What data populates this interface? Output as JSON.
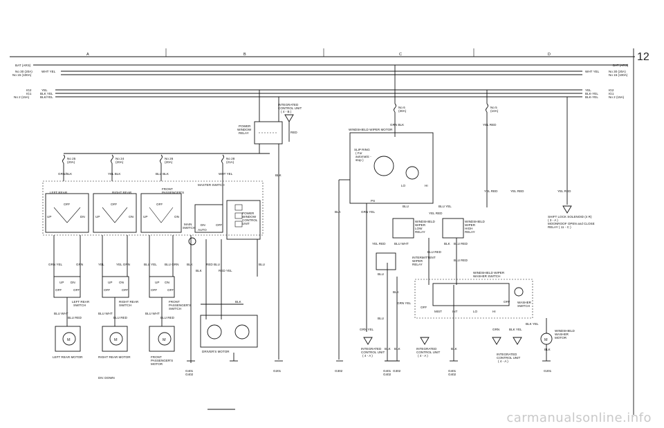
{
  "page_number": "12",
  "watermark": "carmanualsonline.info",
  "grid_letters": [
    "A",
    "B",
    "C",
    "D"
  ],
  "power_left": {
    "bat": "BAT (ARS)",
    "no30": "No 30 (20A)",
    "no15": "No 15 (100A)",
    "wht_yel": "WHT YEL",
    "ig2": "IG2",
    "ig1": "IG1",
    "no2": "No 2 (15A)",
    "yel": "YEL",
    "blk_yel": "BLK YEL",
    "blk_yel2": "BLK/YEL"
  },
  "power_right": {
    "bat": "BAT (ARS)",
    "no30": "No 30 (20A)",
    "no15": "No 15 (100A)",
    "wht_yel": "WHT YEL",
    "ig2": "IG2",
    "ig1": "IG1",
    "no2": "No 2 (15A)",
    "yel": "YEL",
    "blk_yel": "BLK-YEL",
    "blk_yel2": "BLK-YEL"
  },
  "integrated_top": {
    "l1": "INTEGRATED",
    "l2": "CONTROL UNIT",
    "l3": "( 4 - B )"
  },
  "power_window_relay": {
    "l1": "POWER",
    "l2": "WINDOW",
    "l3": "RELAY"
  },
  "red": "RED",
  "fuses": {
    "f25": {
      "name": "No 25",
      "amp": "(20A)",
      "wire": "GRN/BLK"
    },
    "f24": {
      "name": "No 24",
      "amp": "(20A)",
      "wire": "YEL BLK"
    },
    "f26": {
      "name": "No 26",
      "amp": "(20A)",
      "wire": "BLU BLK"
    },
    "f28": {
      "name": "No 28",
      "amp": "(21A)",
      "wire": "WHT YEL"
    },
    "f6": {
      "name": "No 6",
      "amp": "(30A)",
      "wire": "GRN BLK"
    },
    "f5": {
      "name": "No 5",
      "amp": "(10A)",
      "wire": "YEL RED"
    }
  },
  "master_switch": "MASTER SWITCH",
  "left_rear": "LEFT REAR",
  "right_rear": "RIGHT REAR",
  "front_pass": {
    "l1": "FRONT",
    "l2": "PASSENGER'S"
  },
  "off": "OFF",
  "on": "ON",
  "up": "UP",
  "dn": "DN",
  "auto": "AUTO",
  "main_switch": {
    "l1": "MAIN",
    "l2": "SWITCH"
  },
  "pw_control": {
    "l1": "POWER",
    "l2": "WINDOW",
    "l3": "CONTROL",
    "l4": "UNIT"
  },
  "blk": "BLK",
  "lower_wires": {
    "grn_yel": "GRN YEL",
    "grn": "GRN",
    "yel": "YEL",
    "yel_grn": "YEL GRN",
    "blu_yel": "BLU YEL",
    "blu_grn": "BLU GRN",
    "red_blu": "RED BLU",
    "red_yel": "RED YEL",
    "blu": "BLU",
    "blu_wht": "BLU WHT",
    "blu_red": "BLU RED"
  },
  "sw_left": {
    "l1": "LEFT REAR",
    "l2": "SWITCH"
  },
  "sw_right": {
    "l1": "RIGHT REAR",
    "l2": "SWITCH"
  },
  "sw_front": {
    "l1": "FRONT",
    "l2": "PASSENGER'S",
    "l3": "SWITCH"
  },
  "motor_left": "LEFT REAR MOTOR",
  "motor_right": "RIGHT REAR MOTOR",
  "motor_front": {
    "l1": "FRONT",
    "l2": "PASSENGER'S",
    "l3": "MOTOR"
  },
  "motor_driver": "DRIVER'S MOTOR",
  "dn_down": "DN: DOWN",
  "grounds": {
    "g401": "G401",
    "g402": "G402",
    "g201": "G201",
    "g302": "G302",
    "g401b": "G401",
    "g402b": "G402",
    "g302b": "G302",
    "g401c": "G401",
    "g402c": "G402",
    "g201b": "G201"
  },
  "wiper_motor": "WINDSHIELD WIPER MOTOR",
  "slip_ring": {
    "l1": "SLIP RING",
    "l2": "( For",
    "l3": "automatic -",
    "l4": "stop )"
  },
  "lo": "LO",
  "hi": "HI",
  "ps": "PS",
  "wiper_wires": {
    "blu": "BLU",
    "blu_yel": "BLU YEL",
    "grn_yel": "GRN YEL",
    "yel_red": "YEL RED",
    "blu_wht": "BLU WHT",
    "blk": "BLK",
    "blu_red": "BLU RED",
    "grn": "GRN",
    "blk_yel": "BLK YEL"
  },
  "low_relay": {
    "l1": "WINDSHIELD",
    "l2": "WIPER",
    "l3": "LOW",
    "l4": "RELAY"
  },
  "high_relay": {
    "l1": "WINDSHIELD",
    "l2": "WIPER",
    "l3": "HIGH",
    "l4": "RELAY"
  },
  "int_relay": {
    "l1": "INTERMITTENT",
    "l2": "WIPER",
    "l3": "RELAY"
  },
  "wiper_switch": {
    "l1": "WINDSHIELD WIPER",
    "l2": "WASHER SWITCH"
  },
  "mist": "MIST",
  "int": "INT",
  "lo_sw": "LO",
  "hi_sw": "HI",
  "washer_switch": {
    "l1": "WASHER",
    "l2": "SWITCH"
  },
  "washer_motor": {
    "l1": "WINDSHIELD",
    "l2": "WASHER",
    "l3": "MOTOR"
  },
  "shift_lock": {
    "l1": "SHIFT LOCK SOLENOID (4 R)",
    "l2": "( 3 - A )",
    "l3": "MOONROOF OPEN and CLOSE",
    "l4": "RELAY ( 11 - C )"
  },
  "icu_a": {
    "l1": "INTEGRATED",
    "l2": "CONTROL UNIT",
    "l3": "( 4 - A )"
  },
  "icu_b": {
    "l1": "INTEGRATED",
    "l2": "CONTROL UNIT",
    "l3": "( 4 - A )"
  },
  "icu_c": {
    "l1": "INTEGRATED",
    "l2": "CONTROL UNIT",
    "l3": "( 4 - A )"
  }
}
